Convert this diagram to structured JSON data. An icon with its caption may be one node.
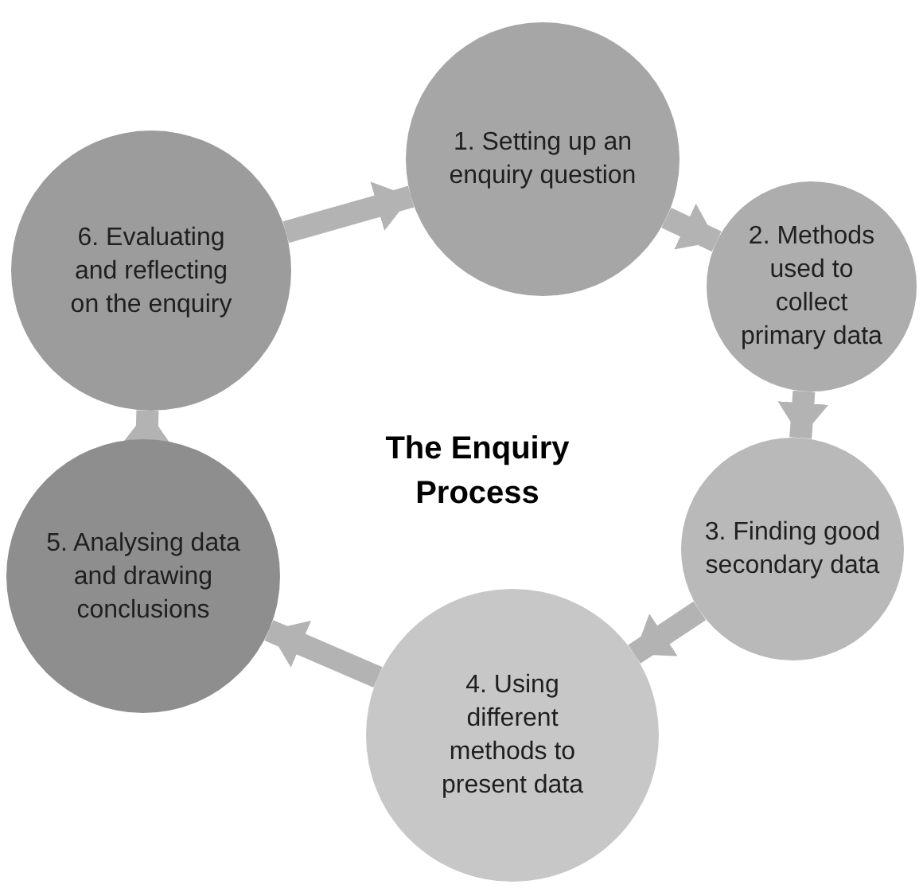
{
  "diagram": {
    "title": "The Enquiry Process",
    "nodes": [
      {
        "text": [
          "1. Setting up an enquiry question"
        ]
      },
      {
        "text": [
          "2. Methods used to collect primary data"
        ]
      },
      {
        "text": [
          "3. Finding good secondary data"
        ]
      },
      {
        "text": [
          "4. Using different methods to present data"
        ]
      },
      {
        "text": [
          "5. Analysing data and drawing conclusions"
        ]
      },
      {
        "text": [
          "6. Evaluating and reflecting on the enquiry"
        ]
      }
    ],
    "edges": [
      {
        "from": 0,
        "to": 1,
        "arrow": "to"
      },
      {
        "from": 1,
        "to": 2,
        "arrow": "to"
      },
      {
        "from": 2,
        "to": 3,
        "arrow": "to"
      },
      {
        "from": 3,
        "to": 4,
        "arrow": "to"
      },
      {
        "from": 4,
        "to": 5,
        "arrow": "to"
      },
      {
        "from": 5,
        "to": 0,
        "arrow": "to"
      }
    ]
  }
}
